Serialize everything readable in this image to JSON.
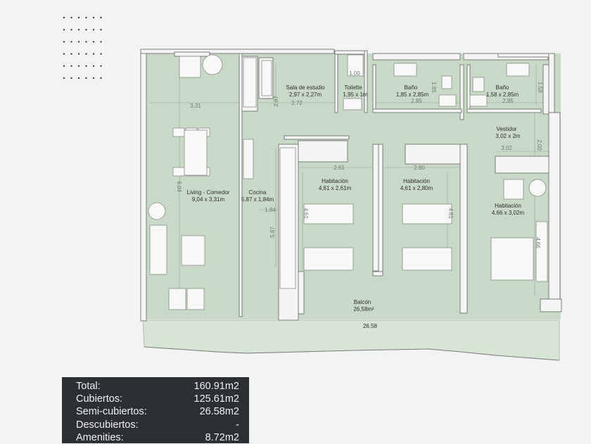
{
  "rooms": {
    "estudio": {
      "name": "Sala de estudio",
      "size": "2,97 x 2,27m"
    },
    "toilette": {
      "name": "Toilette",
      "size": "1,95 x 1m"
    },
    "bano1": {
      "name": "Baño",
      "size": "1,85 x 2,85m"
    },
    "bano2": {
      "name": "Baño",
      "size": "1,58 x 2,85m"
    },
    "vestidor": {
      "name": "Vestidor",
      "size": "3,02 x 2m"
    },
    "living": {
      "name": "Living - Comedor",
      "size": "9,04 x 3,31m"
    },
    "cocina": {
      "name": "Cocina",
      "size": "5,87 x 1,84m"
    },
    "hab1": {
      "name": "Habitación",
      "size": "4,61 x 2,61m"
    },
    "hab2": {
      "name": "Habitación",
      "size": "4,61 x 2,80m"
    },
    "hab3": {
      "name": "Habitación",
      "size": "4,66 x 3,02m"
    },
    "balcon": {
      "name": "Balcón",
      "size": "26,58m²"
    }
  },
  "dimensions": {
    "living_w": "3.31",
    "living_h": "9.04",
    "estudio_w": "2.72",
    "estudio_h": "2.97",
    "toilette_h": "1.00",
    "bano1_w": "2.85",
    "bano1_h": "1.85",
    "bano2_w": "2.85",
    "bano2_h": "1.58",
    "vestidor_w": "3.02",
    "vestidor_h": "2.00",
    "hab1_w": "2.61",
    "hab1_h": "4.61",
    "hab2_w": "2.80",
    "hab2_h": "4.61",
    "hab3_h": "4.66",
    "cocina_w": "1.84",
    "cocina_h": "5.87",
    "balcon_area": "26.58"
  },
  "areas": [
    {
      "label": "Total:",
      "value": "160.91m2"
    },
    {
      "label": "Cubiertos:",
      "value": "125.61m2"
    },
    {
      "label": "Semi-cubiertos:",
      "value": "26.58m2"
    },
    {
      "label": "Descubiertos:",
      "value": "-"
    },
    {
      "label": "Amenities:",
      "value": "8.72m2"
    }
  ],
  "colors": {
    "floor": "#c9d9c7",
    "balcony": "#d8e4d6",
    "wall_line": "#7c7c7c",
    "panel": "#2b3033",
    "dot": "#3a3f42"
  }
}
